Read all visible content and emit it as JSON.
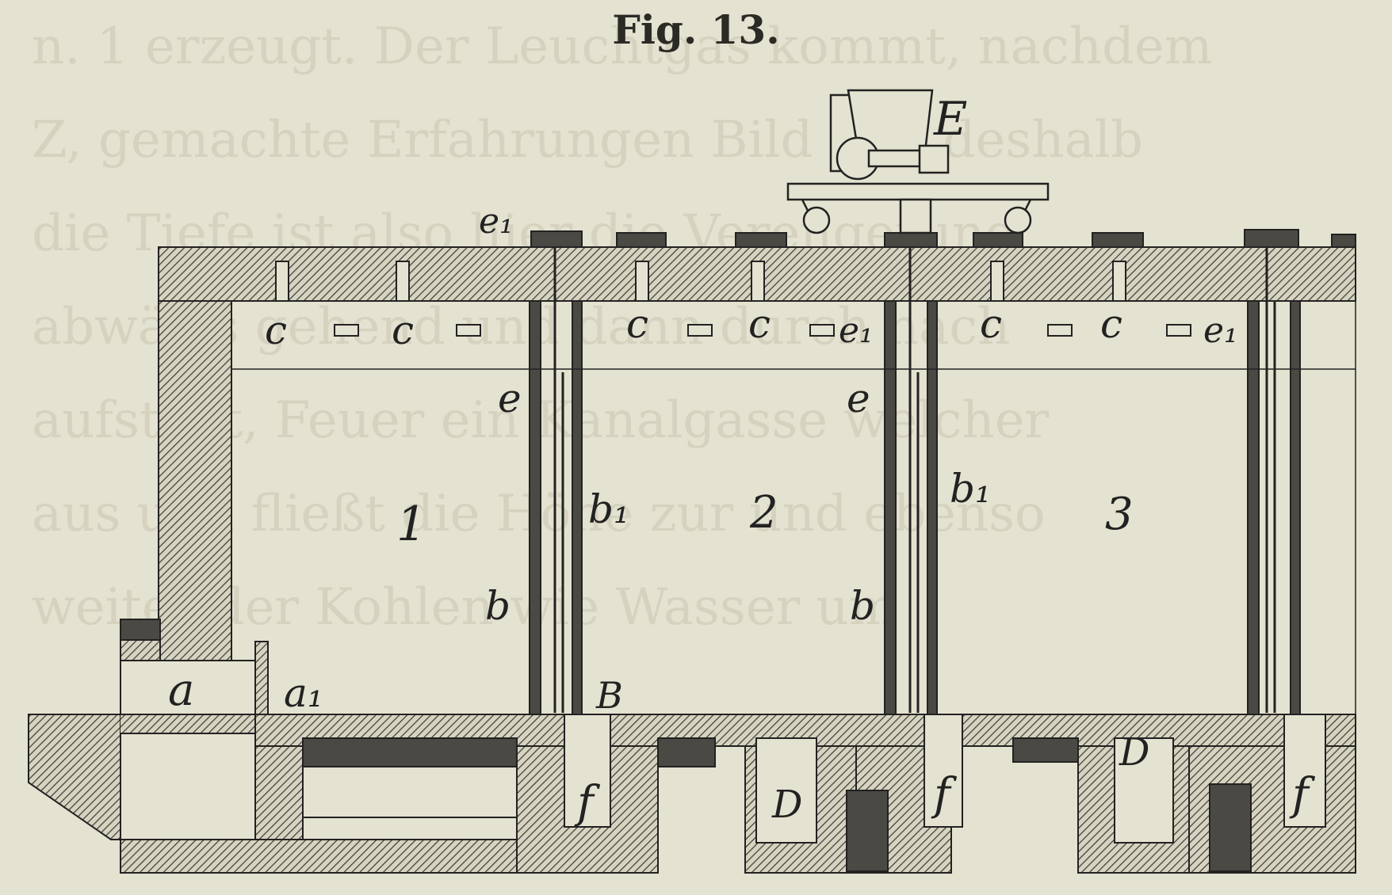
{
  "figure": {
    "title": "Fig. 13.",
    "background_text": [
      "n. 1 erzeugt. Der Leuchtgas kommt, nachdem",
      "Z, gemachte Erfahrungen Bild und deshalb",
      "die Tiefe ist also hier die Verengerung",
      "abwärts gehend und dann durch nach",
      "aufstellt, Feuer ein Kanalgasse welcher",
      "aus und fließt die Höhe zur und ebenso",
      "weiter der Kohlen wie Wasser um"
    ]
  },
  "labels": {
    "chambers": [
      "1",
      "2",
      "3"
    ],
    "hopper_car": "E",
    "wall_top": "B",
    "flue": "f",
    "duct": "D",
    "firebox": "a",
    "firebox_outlet": "a₁",
    "charging_hole": "c",
    "pipe": "e",
    "pipe_top": "e₁",
    "wall_inner": "b",
    "wall_inner_sub": "b₁"
  },
  "colors": {
    "background": "#e4e2d0",
    "ink": "#222222",
    "hatch": "#3a3934"
  }
}
